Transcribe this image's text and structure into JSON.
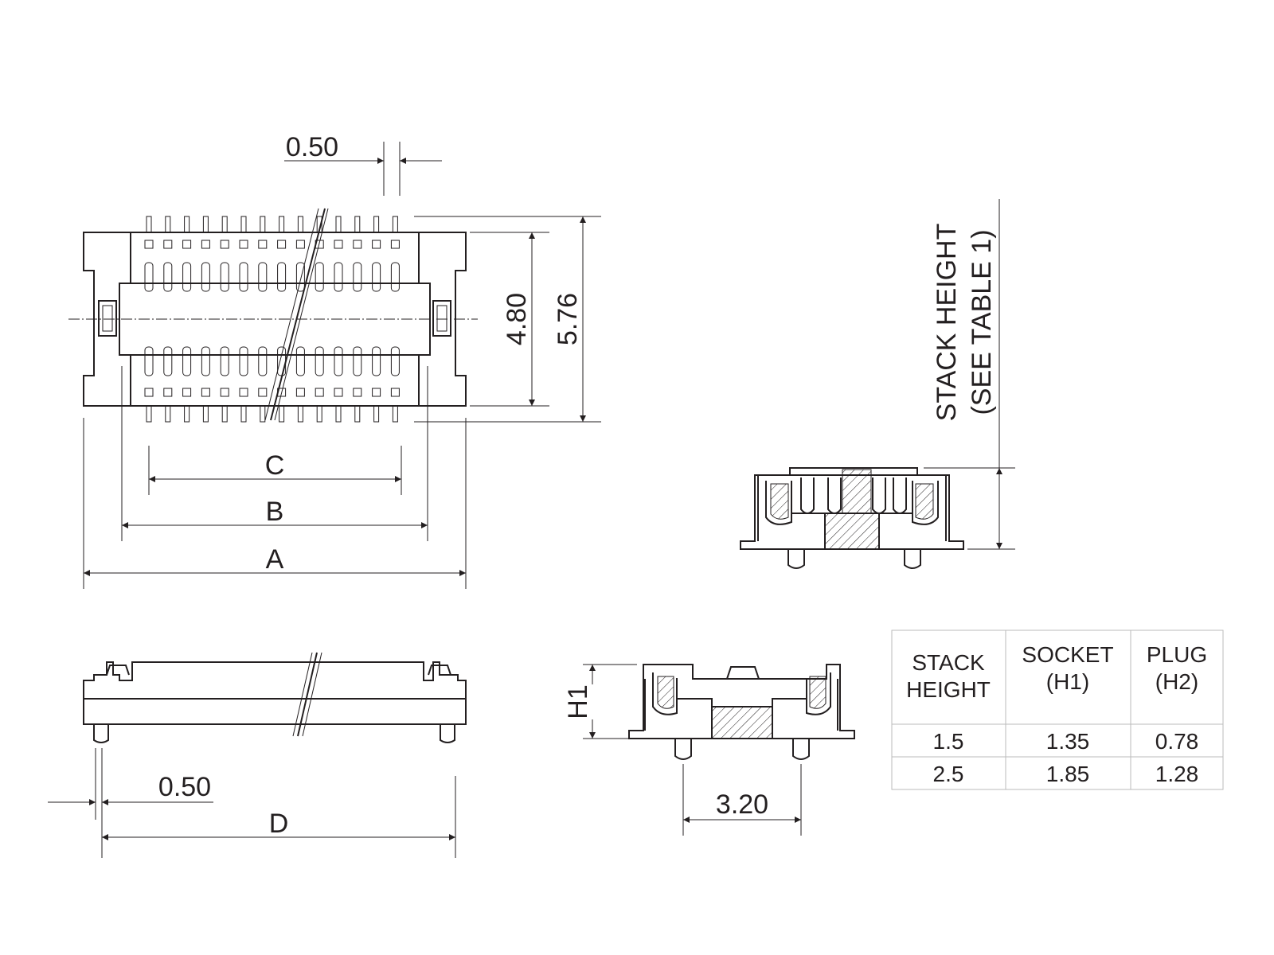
{
  "dims": {
    "pitch_top": "0.50",
    "pitch_bottom": "0.50",
    "width_inner": "4.80",
    "width_outer": "5.76",
    "len_a": "A",
    "len_b": "B",
    "len_c": "C",
    "len_d": "D",
    "h1": "H1",
    "post_spacing": "3.20"
  },
  "stack_label": {
    "line1": "STACK HEIGHT",
    "line2": "(SEE TABLE 1)"
  },
  "table": {
    "headers": [
      [
        "STACK",
        "HEIGHT"
      ],
      [
        "SOCKET",
        "(H1)"
      ],
      [
        "PLUG",
        "(H2)"
      ]
    ],
    "rows": [
      [
        "1.5",
        "1.35",
        "0.78"
      ],
      [
        "2.5",
        "1.85",
        "1.28"
      ]
    ]
  }
}
